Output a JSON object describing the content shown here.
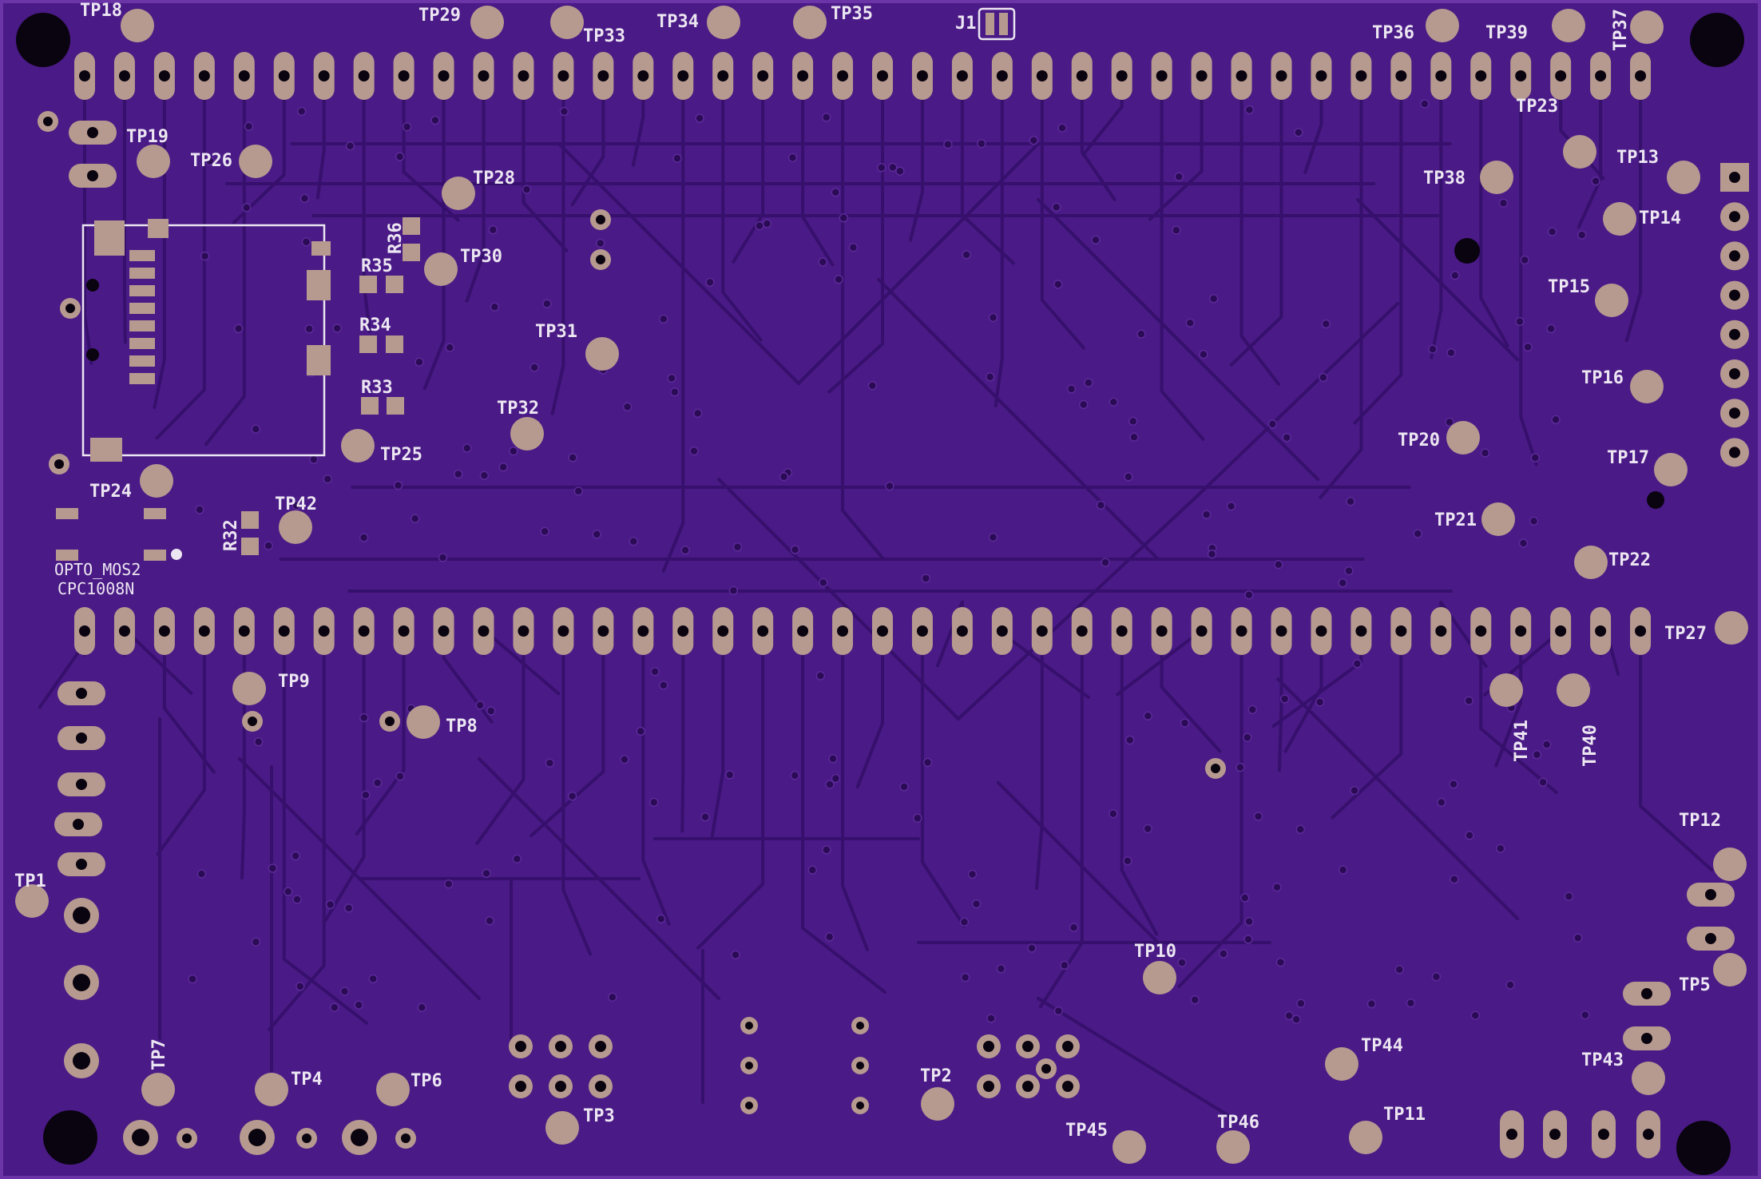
{
  "board": {
    "background": "#4a1a86",
    "edge_color": "#6b35a8",
    "trace_color": "#3a0f72",
    "pad_color": "#b79a8f",
    "hole_color": "#0a0410",
    "silk_color": "#ece6f2"
  },
  "labels": {
    "tp1": "TP1",
    "tp2": "TP2",
    "tp3": "TP3",
    "tp4": "TP4",
    "tp5": "TP5",
    "tp6": "TP6",
    "tp7": "TP7",
    "tp8": "TP8",
    "tp9": "TP9",
    "tp10": "TP10",
    "tp11": "TP11",
    "tp12": "TP12",
    "tp13": "TP13",
    "tp14": "TP14",
    "tp15": "TP15",
    "tp16": "TP16",
    "tp17": "TP17",
    "tp18": "TP18",
    "tp19": "TP19",
    "tp20": "TP20",
    "tp21": "TP21",
    "tp22": "TP22",
    "tp23": "TP23",
    "tp24": "TP24",
    "tp25": "TP25",
    "tp26": "TP26",
    "tp27": "TP27",
    "tp28": "TP28",
    "tp29": "TP29",
    "tp30": "TP30",
    "tp31": "TP31",
    "tp32": "TP32",
    "tp33": "TP33",
    "tp34": "TP34",
    "tp35": "TP35",
    "tp36": "TP36",
    "tp37": "TP37",
    "tp38": "TP38",
    "tp39": "TP39",
    "tp40": "TP40",
    "tp41": "TP41",
    "tp42": "TP42",
    "tp43": "TP43",
    "tp44": "TP44",
    "tp45": "TP45",
    "tp46": "TP46",
    "j1": "J1",
    "r32": "R32",
    "r33": "R33",
    "r34": "R34",
    "r35": "R35",
    "r36": "R36",
    "opto_ref": "OPTO_MOS2",
    "opto_part": "CPC1008N"
  }
}
